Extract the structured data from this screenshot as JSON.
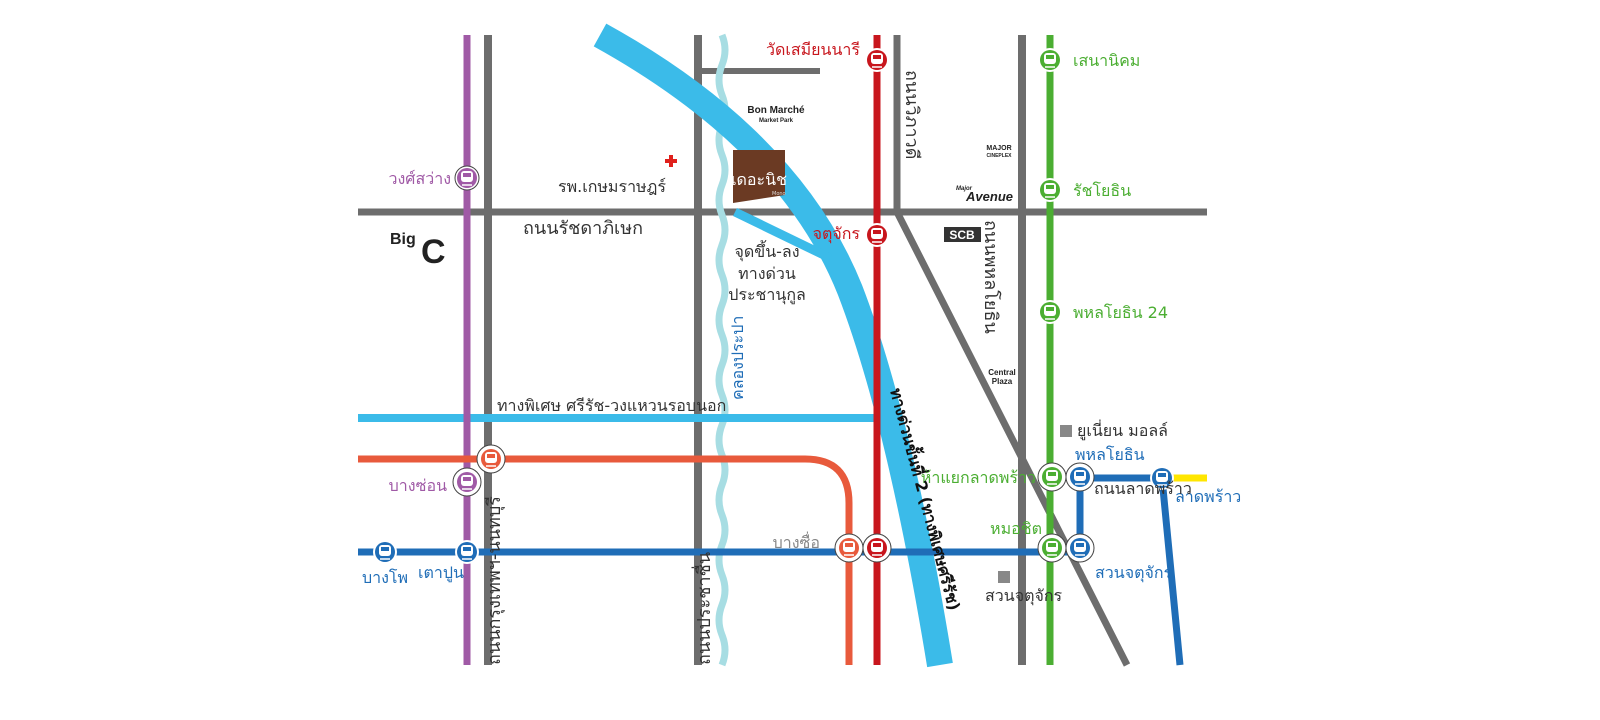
{
  "colors": {
    "purple": "#a05aa6",
    "orange": "#e85a3c",
    "blue": "#1f6db7",
    "red": "#c8161d",
    "green": "#4bae32",
    "gray": "#6d6d6d",
    "expressway": "#3bbbe9",
    "canal": "#a7dde3",
    "yellow": "#ffe600",
    "project": "#6b3a23"
  },
  "roads": {
    "ratchadaphisek": "ถนนรัชดาภิเษก",
    "krungthep_nonthaburi": "ถนนกรุงเทพฯ-นนทบุรี",
    "prachachuen": "ถนนประชาชื่น",
    "vibhavadi": "ถนนวิภาวดี",
    "phahonyothin": "ถนนพหลโยธิน",
    "canal": "คลองประปา",
    "expressway2": "ทางด่วนขั้นที่ 2 (ทางพิเศษศรีรัช)",
    "sirat_outer_ring": "ทางพิเศษ ศรีรัช-วงแหวนรอบนอก",
    "ladprao_road": "ถนนลาดพร้าว"
  },
  "landmarks": {
    "hospital": "รพ.เกษมราษฎร์",
    "bon_marche": "Bon Marché",
    "bon_marche_sub": "Market Park",
    "project": "เดอะนิช",
    "project_sub": "Mono",
    "expressway_exit_1": "จุดขึ้น-ลง",
    "expressway_exit_2": "ทางด่วน",
    "expressway_exit_3": "ประชานุกูล",
    "major_cineplex_1": "MAJOR",
    "major_cineplex_2": "CINEPLEX",
    "major_avenue_1": "Major",
    "major_avenue_2": "Avenue",
    "scb": "SCB",
    "central_plaza_1": "Central",
    "central_plaza_2": "Plaza",
    "union_mall": "ยูเนี่ยน มอลล์",
    "suan_chatuchak": "สวนจตุจักร",
    "bigc_1": "Big",
    "bigc_2": "C"
  },
  "stations": {
    "wong_sawang": "วงศ์สว่าง",
    "bang_son": "บางซ่อน",
    "bang_pho": "บางโพ",
    "tao_poon": "เตาปูน",
    "bang_sue": "บางซื่อ",
    "wat_samian_nari": "วัดเสมียนนารี",
    "chatuchak_red": "จตุจักร",
    "sena_nikhom": "เสนานิคม",
    "ratchayothin": "รัชโยธิน",
    "phahon_yothin_24": "พหลโยธิน 24",
    "ha_yaek_lat_phrao": "ห้าแยกลาดพร้าว",
    "mo_chit": "หมอชิต",
    "phahon_yothin": "พหลโยธิน",
    "chatuchak_park": "สวนจตุจักร",
    "lat_phrao": "ลาดพร้าว"
  }
}
